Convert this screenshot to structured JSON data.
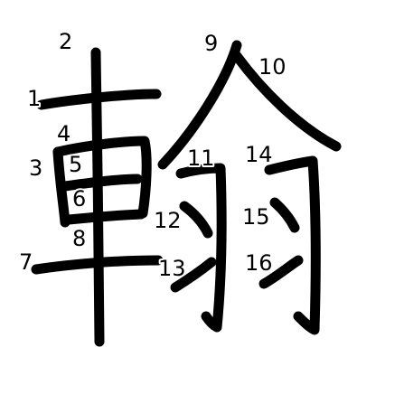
{
  "character": "翰",
  "stroke_count": 16,
  "stroke_numbers": [
    "1",
    "2",
    "3",
    "4",
    "5",
    "6",
    "7",
    "8",
    "9",
    "10",
    "11",
    "12",
    "13",
    "14",
    "15",
    "16"
  ],
  "colors": {
    "stroke": "#000000",
    "background": "#ffffff"
  }
}
